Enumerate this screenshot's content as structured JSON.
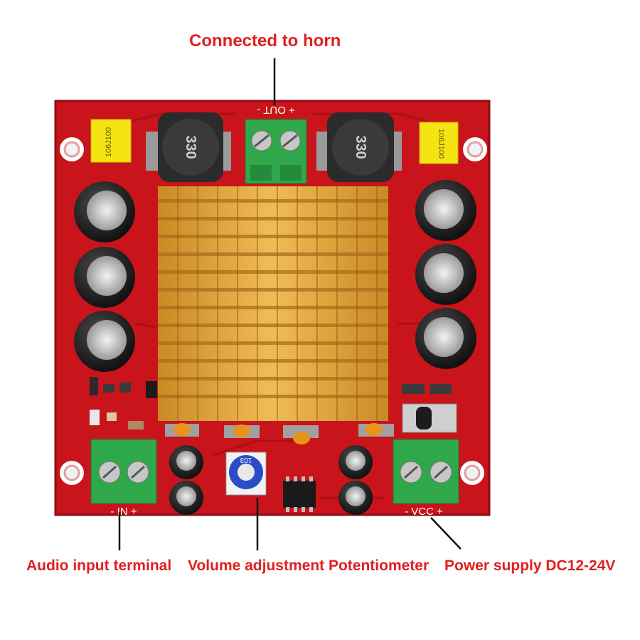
{
  "callouts": {
    "top": "Connected to horn",
    "audio_input": "Audio input terminal",
    "volume": "Volume adjustment Potentiometer",
    "power": "Power supply DC12-24V"
  },
  "silkscreen": {
    "out": "+ OUT -",
    "in": "- IN +",
    "vcc": "- VCC +",
    "inductor_left": "330",
    "inductor_right": "330",
    "film_cap": "106J100",
    "pot": "103"
  },
  "colors": {
    "pcb": "#c8141a",
    "heatsink": "#e0a63a",
    "terminal": "#2ea84a",
    "callout_text": "#e02020"
  }
}
